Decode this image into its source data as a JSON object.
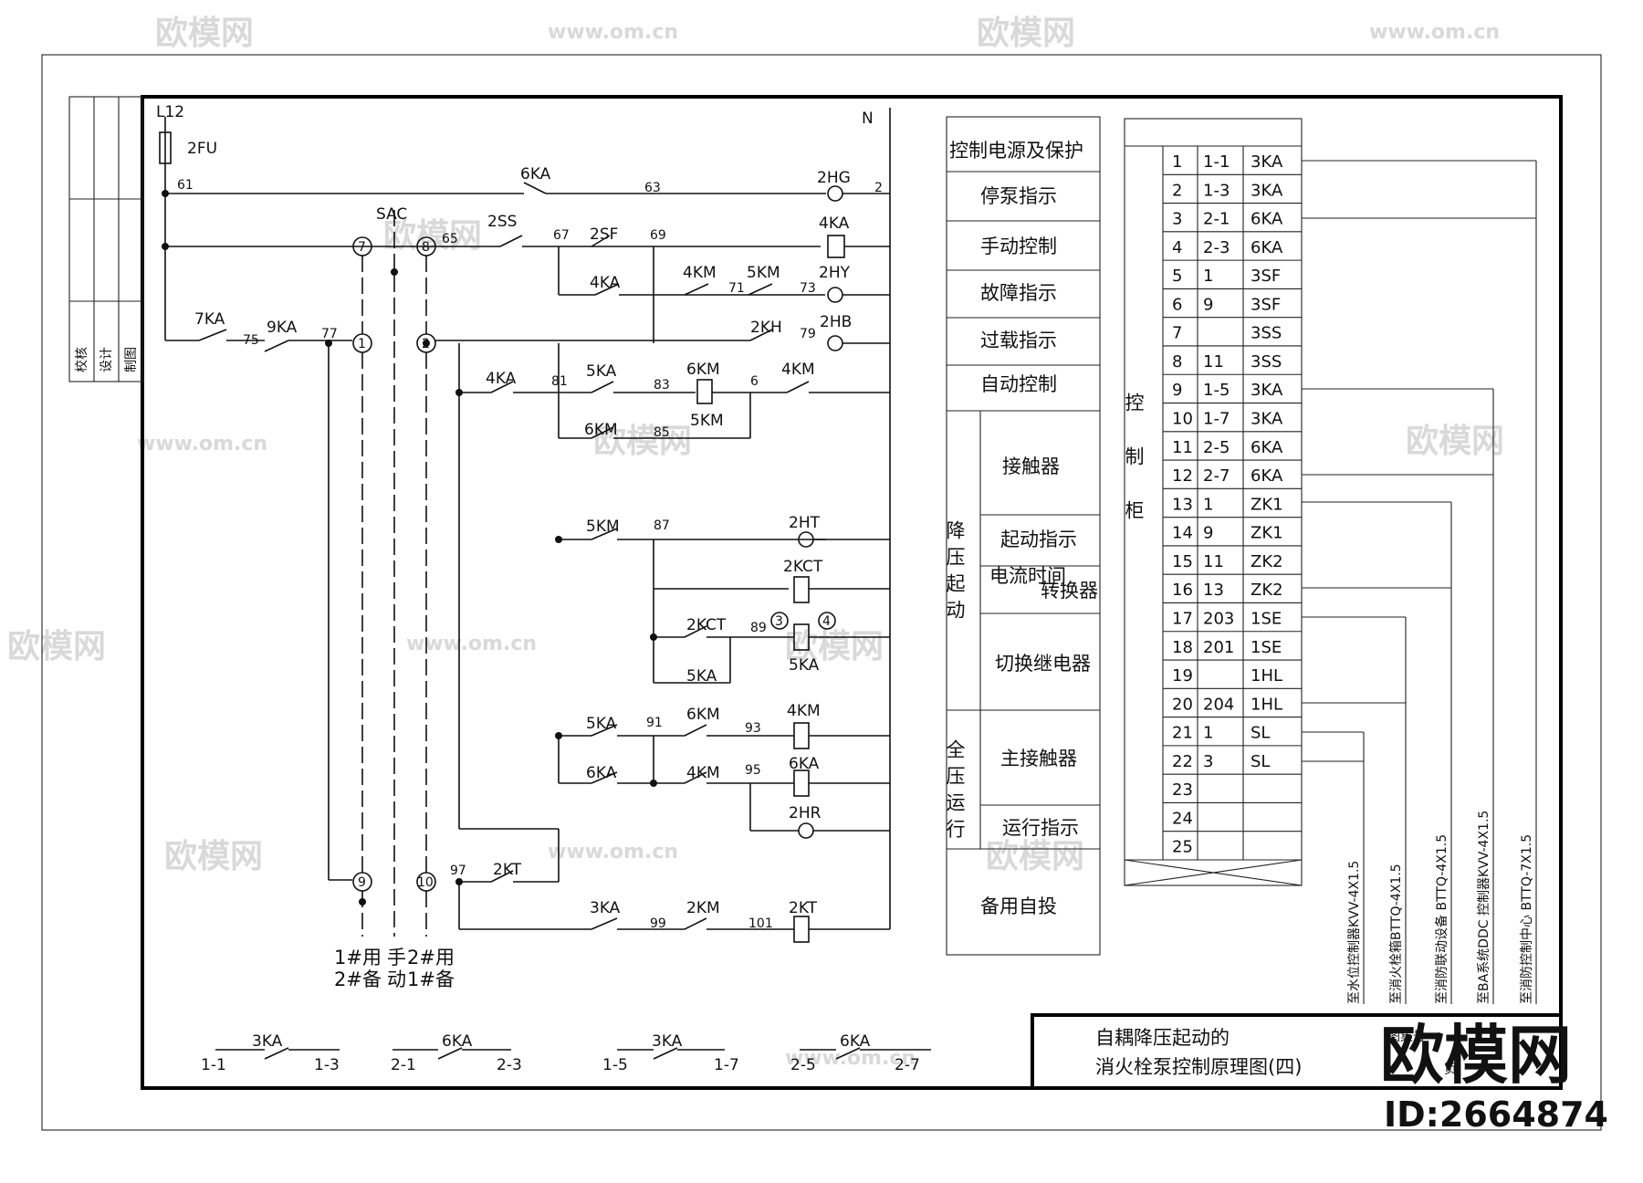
{
  "watermark": {
    "brand": "欧模网",
    "site": "www.om.cn",
    "id": "ID:2664874"
  },
  "title_block": {
    "line1": "自耦降压起动的",
    "line2": "消火栓泵控制原理图(四)",
    "extra1": "图集号",
    "extra2": "页"
  },
  "left_stamp": [
    "校核",
    "设计",
    "制图"
  ],
  "circuit": {
    "top_left": "L12",
    "neutral": "N",
    "fuse": "2FU",
    "selector": "SAC",
    "wire_numbers": [
      "61",
      "63",
      "2",
      "65",
      "67",
      "69",
      "71",
      "73",
      "75",
      "77",
      "79",
      "81",
      "83",
      "6",
      "85",
      "87",
      "89",
      "91",
      "93",
      "95",
      "97",
      "99",
      "101"
    ],
    "components": [
      "6KA",
      "2HG",
      "2SS",
      "2SF",
      "4KA",
      "4KA",
      "4KM",
      "5KM",
      "2HY",
      "7KA",
      "9KA",
      "2KH",
      "2HB",
      "4KA",
      "5KA",
      "6KM",
      "4KM",
      "6KM",
      "5KM",
      "5KM",
      "2HT",
      "2KCT",
      "2KCT",
      "5KA",
      "5KA",
      "5KA",
      "6KM",
      "4KM",
      "6KA",
      "4KM",
      "6KA",
      "2HR",
      "2KT",
      "3KA",
      "2KM",
      "2KT"
    ],
    "terminals": [
      "7",
      "8",
      "1",
      "2",
      "9",
      "10",
      "3",
      "4"
    ],
    "bottom_labels": {
      "col1_a": "1#用",
      "col1_b": "2#备",
      "col2_a": "手",
      "col2_b": "动",
      "col3_a": "2#用",
      "col3_b": "1#备"
    }
  },
  "bottom_contacts": [
    {
      "name": "3KA",
      "left": "1-1",
      "right": "1-3"
    },
    {
      "name": "6KA",
      "left": "2-1",
      "right": "2-3"
    },
    {
      "name": "3KA",
      "left": "1-5",
      "right": "1-7"
    },
    {
      "name": "6KA",
      "left": "2-5",
      "right": "2-7"
    }
  ],
  "functions": [
    "控制电源及保护",
    "停泵指示",
    "手动控制",
    "故障指示",
    "过载指示",
    "自动控制",
    "降压起动",
    "接触器",
    "起动指示",
    "电流时间",
    "转换器",
    "切换继电器",
    "全压运行",
    "主接触器",
    "运行指示",
    "备用自投"
  ],
  "terminal_table": {
    "label": "控制柜",
    "rows": [
      {
        "no": "1",
        "a": "1-1",
        "b": "3KA"
      },
      {
        "no": "2",
        "a": "1-3",
        "b": "3KA"
      },
      {
        "no": "3",
        "a": "2-1",
        "b": "6KA"
      },
      {
        "no": "4",
        "a": "2-3",
        "b": "6KA"
      },
      {
        "no": "5",
        "a": "1",
        "b": "3SF"
      },
      {
        "no": "6",
        "a": "9",
        "b": "3SF"
      },
      {
        "no": "7",
        "a": "",
        "b": "3SS"
      },
      {
        "no": "8",
        "a": "11",
        "b": "3SS"
      },
      {
        "no": "9",
        "a": "1-5",
        "b": "3KA"
      },
      {
        "no": "10",
        "a": "1-7",
        "b": "3KA"
      },
      {
        "no": "11",
        "a": "2-5",
        "b": "6KA"
      },
      {
        "no": "12",
        "a": "2-7",
        "b": "6KA"
      },
      {
        "no": "13",
        "a": "1",
        "b": "ZK1"
      },
      {
        "no": "14",
        "a": "9",
        "b": "ZK1"
      },
      {
        "no": "15",
        "a": "11",
        "b": "ZK2"
      },
      {
        "no": "16",
        "a": "13",
        "b": "ZK2"
      },
      {
        "no": "17",
        "a": "203",
        "b": "1SE"
      },
      {
        "no": "18",
        "a": "201",
        "b": "1SE"
      },
      {
        "no": "19",
        "a": "",
        "b": "1HL"
      },
      {
        "no": "20",
        "a": "204",
        "b": "1HL"
      },
      {
        "no": "21",
        "a": "1",
        "b": "SL"
      },
      {
        "no": "22",
        "a": "3",
        "b": "SL"
      },
      {
        "no": "23",
        "a": "",
        "b": ""
      },
      {
        "no": "24",
        "a": "",
        "b": ""
      },
      {
        "no": "25",
        "a": "",
        "b": ""
      }
    ]
  },
  "destinations": [
    "至水位控制器KVV-4X1.5",
    "至消火栓箱BTTQ-4X1.5",
    "至消防联动设备 BTTQ-4X1.5",
    "至BA系统DDC 控制器KVV-4X1.5",
    "至消防控制中心 BTTQ-7X1.5"
  ]
}
